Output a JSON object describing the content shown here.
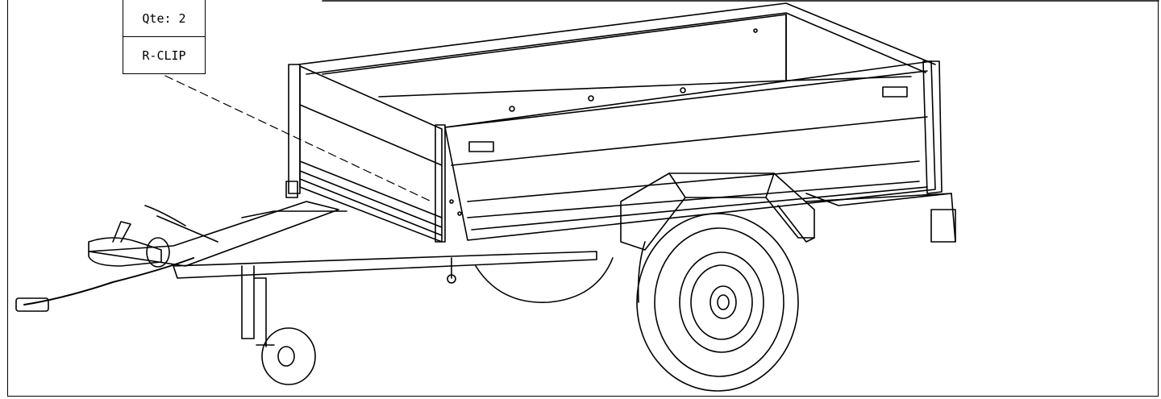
{
  "callout": {
    "quantity_label": "Qte: 2",
    "part_label": "R-CLIP"
  },
  "drawing": {
    "subject": "trailer-assembly-view",
    "line_color": "#000000",
    "background_color": "#ffffff"
  }
}
